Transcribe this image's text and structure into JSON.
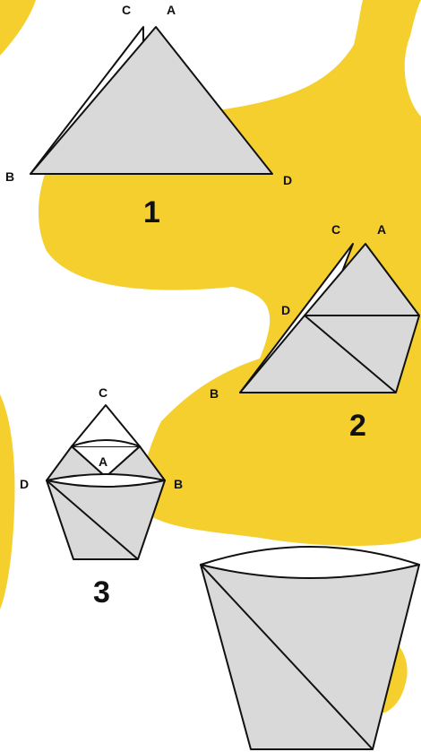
{
  "colors": {
    "background": "#ffffff",
    "blob": "#f5cf2d",
    "paper": "#d9d9d9",
    "paper_back": "#ffffff",
    "line": "#111111"
  },
  "steps": [
    {
      "number": "1",
      "labels": {
        "C": "C",
        "A": "A",
        "B": "B",
        "D": "D"
      }
    },
    {
      "number": "2",
      "labels": {
        "C": "C",
        "A": "A",
        "D": "D",
        "B": "B"
      }
    },
    {
      "number": "3",
      "labels": {
        "C": "C",
        "A": "A",
        "D": "D",
        "B": "B"
      }
    },
    {
      "number": "",
      "labels": {}
    }
  ]
}
